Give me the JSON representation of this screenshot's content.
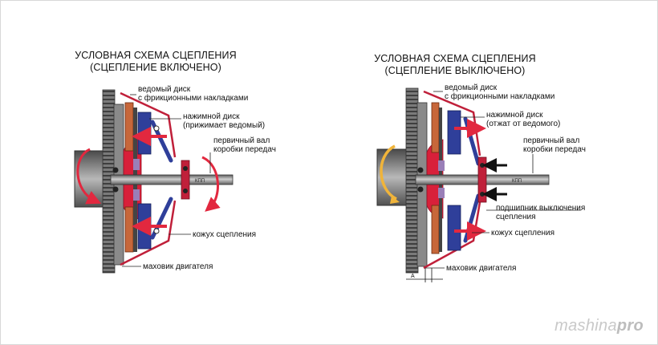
{
  "left_diagram": {
    "title_line1": "УСЛОВНАЯ СХЕМА СЦЕПЛЕНИЯ",
    "title_line2": "(СЦЕПЛЕНИЕ ВКЛЮЧЕНО)",
    "driven_disc": [
      "ведомый диск",
      "с фрикционными накладками"
    ],
    "pressure_disc": [
      "нажимной диск",
      "(прижимает ведомый)"
    ],
    "input_shaft": [
      "первичный вал",
      "коробки передач"
    ],
    "cover": "кожух сцепления",
    "flywheel": "маховик двигателя",
    "shaft_text": "КПП"
  },
  "right_diagram": {
    "title_line1": "УСЛОВНАЯ СХЕМА СЦЕПЛЕНИЯ",
    "title_line2": "(СЦЕПЛЕНИЕ ВЫКЛЮЧЕНО)",
    "driven_disc": [
      "ведомый диск",
      "с фрикционными накладками"
    ],
    "pressure_disc": [
      "нажимной диск",
      "(отжат от ведомого)"
    ],
    "input_shaft": [
      "первичный вал",
      "коробки передач"
    ],
    "release_bearing": [
      "подшипник выключения",
      "сцепления"
    ],
    "cover": "кожух сцепления",
    "flywheel": "маховик двигателя",
    "shaft_text": "КПП",
    "gap_mark": "A"
  },
  "watermark": {
    "light": "mashina",
    "bold": "pro"
  },
  "colors": {
    "flywheel": "#6f6f6f",
    "hub_red": "#d8203a",
    "friction_orange": "#c7673a",
    "pressure_blue": "#2f3f9a",
    "arrow_red": "#e2283f",
    "rotation_yellow": "#f0b43a",
    "shaft_gray": "#9a9a9a",
    "spacer_purple": "#9a7fb8"
  }
}
